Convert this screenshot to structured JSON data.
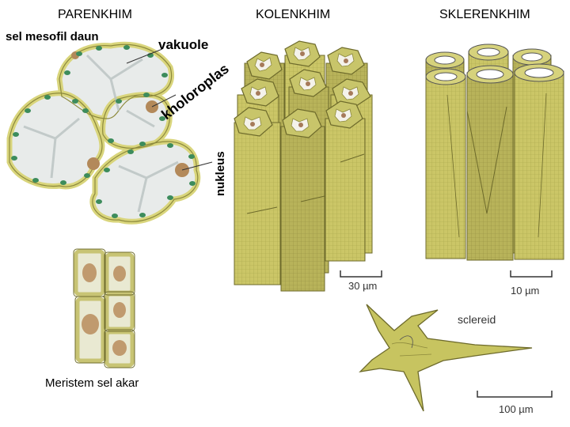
{
  "titles": {
    "parenkhim": "PARENKHIM",
    "kolenkhim": "KOLENKHIM",
    "sklerenkhim": "SKLERENKHIM"
  },
  "labels": {
    "sel_mesofil_daun": "sel mesofil daun",
    "vakuole": "vakuole",
    "kholoroplas": "kholoroplas",
    "nukleus": "nukleus",
    "meristem_sel_akar": "Meristem sel akar",
    "sclereid": "sclereid"
  },
  "scale_bars": {
    "kolenkhim": "30 µm",
    "sklerenkhim": "10 µm",
    "sclereid": "100 µm"
  },
  "colors": {
    "cell_wall": "#d6d27a",
    "cell_wall_dark": "#8a8a3a",
    "cytoplasm": "#e9ecec",
    "chloroplast": "#3c8a5a",
    "nucleus": "#b58a5a",
    "column_fill": "#c9c463"
  }
}
